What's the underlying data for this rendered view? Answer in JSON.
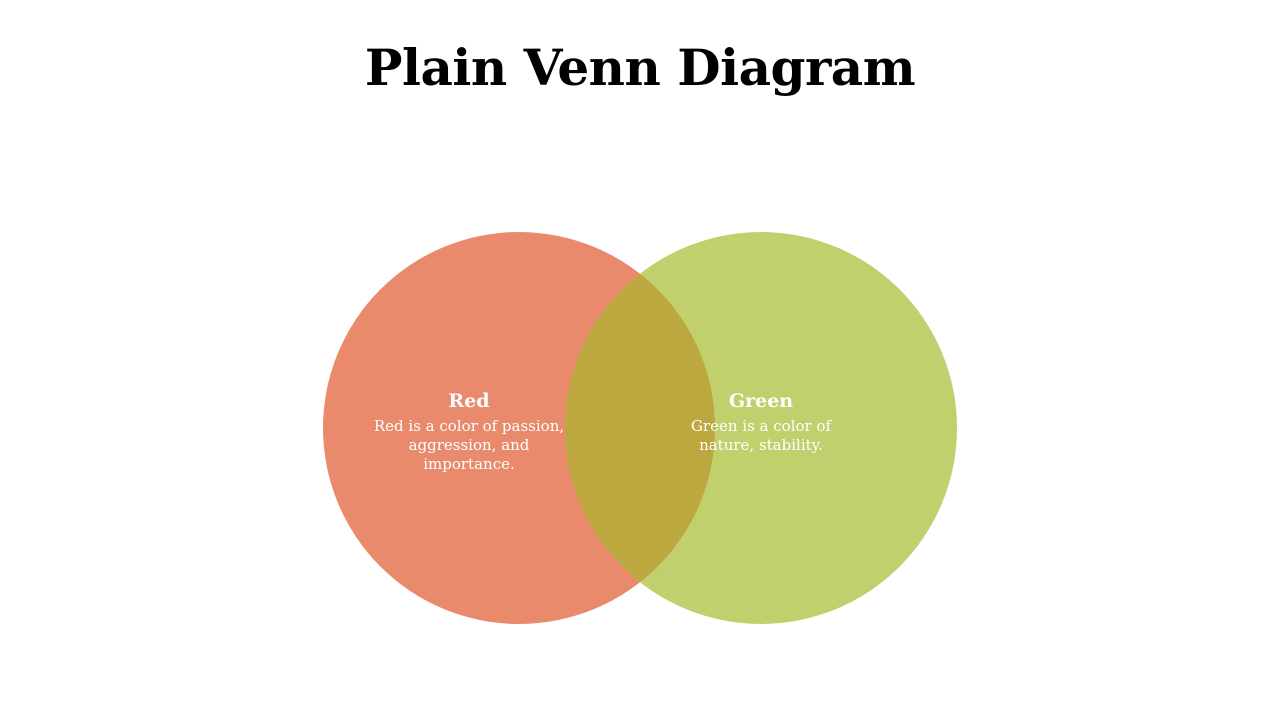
{
  "slide": {
    "title": "Plain Venn Diagram"
  },
  "venn": {
    "sets": [
      {
        "key": "red",
        "name": "Red",
        "description_lines": [
          "Red is a color of passion,",
          "aggression, and",
          "importance."
        ],
        "color": "#E98A6D"
      },
      {
        "key": "green",
        "name": "Green",
        "description_lines": [
          "Green is a color of",
          "nature, stability."
        ],
        "color": "#C2CF6D"
      }
    ],
    "overlap_color": "#BCA83F"
  }
}
